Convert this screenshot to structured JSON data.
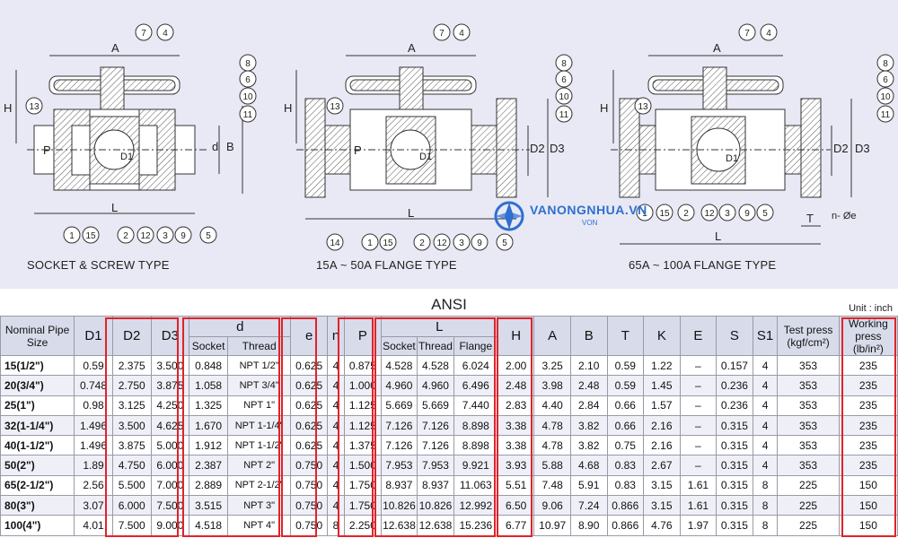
{
  "captions": {
    "left": "SOCKET & SCREW TYPE",
    "middle": "15A ~ 50A  FLANGE TYPE",
    "right": "65A ~ 100A FLANGE TYPE"
  },
  "drawing_labels": {
    "left": {
      "A": "A",
      "H": "H",
      "P": "P",
      "D1": "D1",
      "d": "d",
      "B": "B",
      "L": "L"
    },
    "middle": {
      "A": "A",
      "H": "H",
      "P": "P",
      "D1": "D1",
      "D2": "D2",
      "D3": "D3",
      "L": "L"
    },
    "right": {
      "A": "A",
      "H": "H",
      "D1": "D1",
      "D2": "D2",
      "D3": "D3",
      "L": "L",
      "T": "T",
      "ne": "n- Øe"
    }
  },
  "balloons": {
    "left": [
      "7",
      "4",
      "8",
      "6",
      "10",
      "11",
      "13",
      "1",
      "15",
      "2",
      "12",
      "3",
      "9",
      "5"
    ],
    "middle": [
      "7",
      "4",
      "8",
      "6",
      "10",
      "11",
      "13",
      "14",
      "1",
      "15",
      "2",
      "12",
      "3",
      "9",
      "5"
    ],
    "right": [
      "7",
      "4",
      "8",
      "6",
      "10",
      "11",
      "13",
      "1",
      "15",
      "2",
      "12",
      "3",
      "9",
      "5"
    ]
  },
  "watermark": {
    "text": "VANONGNHUA.VN",
    "sub": "VON"
  },
  "table": {
    "title": "ANSI",
    "unit": "Unit : inch",
    "headers": {
      "nominal": "Nominal Pipe Size",
      "D1": "D1",
      "D2": "D2",
      "D3": "D3",
      "d": "d",
      "d_socket": "Socket",
      "d_thread": "Thread",
      "e": "e",
      "n": "n",
      "P": "P",
      "L": "L",
      "L_socket": "Socket",
      "L_thread": "Thread",
      "L_flange": "Flange",
      "H": "H",
      "A": "A",
      "B": "B",
      "T": "T",
      "K": "K",
      "E": "E",
      "S": "S",
      "S1": "S1",
      "test": "Test press (kgf/cm²)",
      "working": "Working press (lb/in²)"
    },
    "rows": [
      [
        "15(1/2\")",
        "0.59",
        "2.375",
        "3.500",
        "0.848",
        "NPT 1/2\"",
        "0.625",
        "4",
        "0.875",
        "4.528",
        "4.528",
        "6.024",
        "2.00",
        "3.25",
        "2.10",
        "0.59",
        "1.22",
        "–",
        "0.157",
        "4",
        "353",
        "235"
      ],
      [
        "20(3/4\")",
        "0.748",
        "2.750",
        "3.875",
        "1.058",
        "NPT 3/4\"",
        "0.625",
        "4",
        "1.000",
        "4.960",
        "4.960",
        "6.496",
        "2.48",
        "3.98",
        "2.48",
        "0.59",
        "1.45",
        "–",
        "0.236",
        "4",
        "353",
        "235"
      ],
      [
        "25(1\")",
        "0.98",
        "3.125",
        "4.250",
        "1.325",
        "NPT 1\"",
        "0.625",
        "4",
        "1.125",
        "5.669",
        "5.669",
        "7.440",
        "2.83",
        "4.40",
        "2.84",
        "0.66",
        "1.57",
        "–",
        "0.236",
        "4",
        "353",
        "235"
      ],
      [
        "32(1-1/4\")",
        "1.496",
        "3.500",
        "4.625",
        "1.670",
        "NPT 1-1/4\"",
        "0.625",
        "4",
        "1.125",
        "7.126",
        "7.126",
        "8.898",
        "3.38",
        "4.78",
        "3.82",
        "0.66",
        "2.16",
        "–",
        "0.315",
        "4",
        "353",
        "235"
      ],
      [
        "40(1-1/2\")",
        "1.496",
        "3.875",
        "5.000",
        "1.912",
        "NPT 1-1/2\"",
        "0.625",
        "4",
        "1.375",
        "7.126",
        "7.126",
        "8.898",
        "3.38",
        "4.78",
        "3.82",
        "0.75",
        "2.16",
        "–",
        "0.315",
        "4",
        "353",
        "235"
      ],
      [
        "50(2\")",
        "1.89",
        "4.750",
        "6.000",
        "2.387",
        "NPT 2\"",
        "0.750",
        "4",
        "1.500",
        "7.953",
        "7.953",
        "9.921",
        "3.93",
        "5.88",
        "4.68",
        "0.83",
        "2.67",
        "–",
        "0.315",
        "4",
        "353",
        "235"
      ],
      [
        "65(2-1/2\")",
        "2.56",
        "5.500",
        "7.000",
        "2.889",
        "NPT 2-1/2\"",
        "0.750",
        "4",
        "1.750",
        "8.937",
        "8.937",
        "11.063",
        "5.51",
        "7.48",
        "5.91",
        "0.83",
        "3.15",
        "1.61",
        "0.315",
        "8",
        "225",
        "150"
      ],
      [
        "80(3\")",
        "3.07",
        "6.000",
        "7.500",
        "3.515",
        "NPT 3\"",
        "0.750",
        "4",
        "1.750",
        "10.826",
        "10.826",
        "12.992",
        "6.50",
        "9.06",
        "7.24",
        "0.866",
        "3.15",
        "1.61",
        "0.315",
        "8",
        "225",
        "150"
      ],
      [
        "100(4\")",
        "4.01",
        "7.500",
        "9.000",
        "4.518",
        "NPT 4\"",
        "0.750",
        "8",
        "2.250",
        "12.638",
        "12.638",
        "15.236",
        "6.77",
        "10.97",
        "8.90",
        "0.866",
        "4.76",
        "1.97",
        "0.315",
        "8",
        "225",
        "150"
      ]
    ]
  },
  "colors": {
    "drawing_bg": "#e8e9f4",
    "header_bg": "#d8dbea",
    "highlight": "#e0232a",
    "watermark": "#2f6fd0"
  }
}
